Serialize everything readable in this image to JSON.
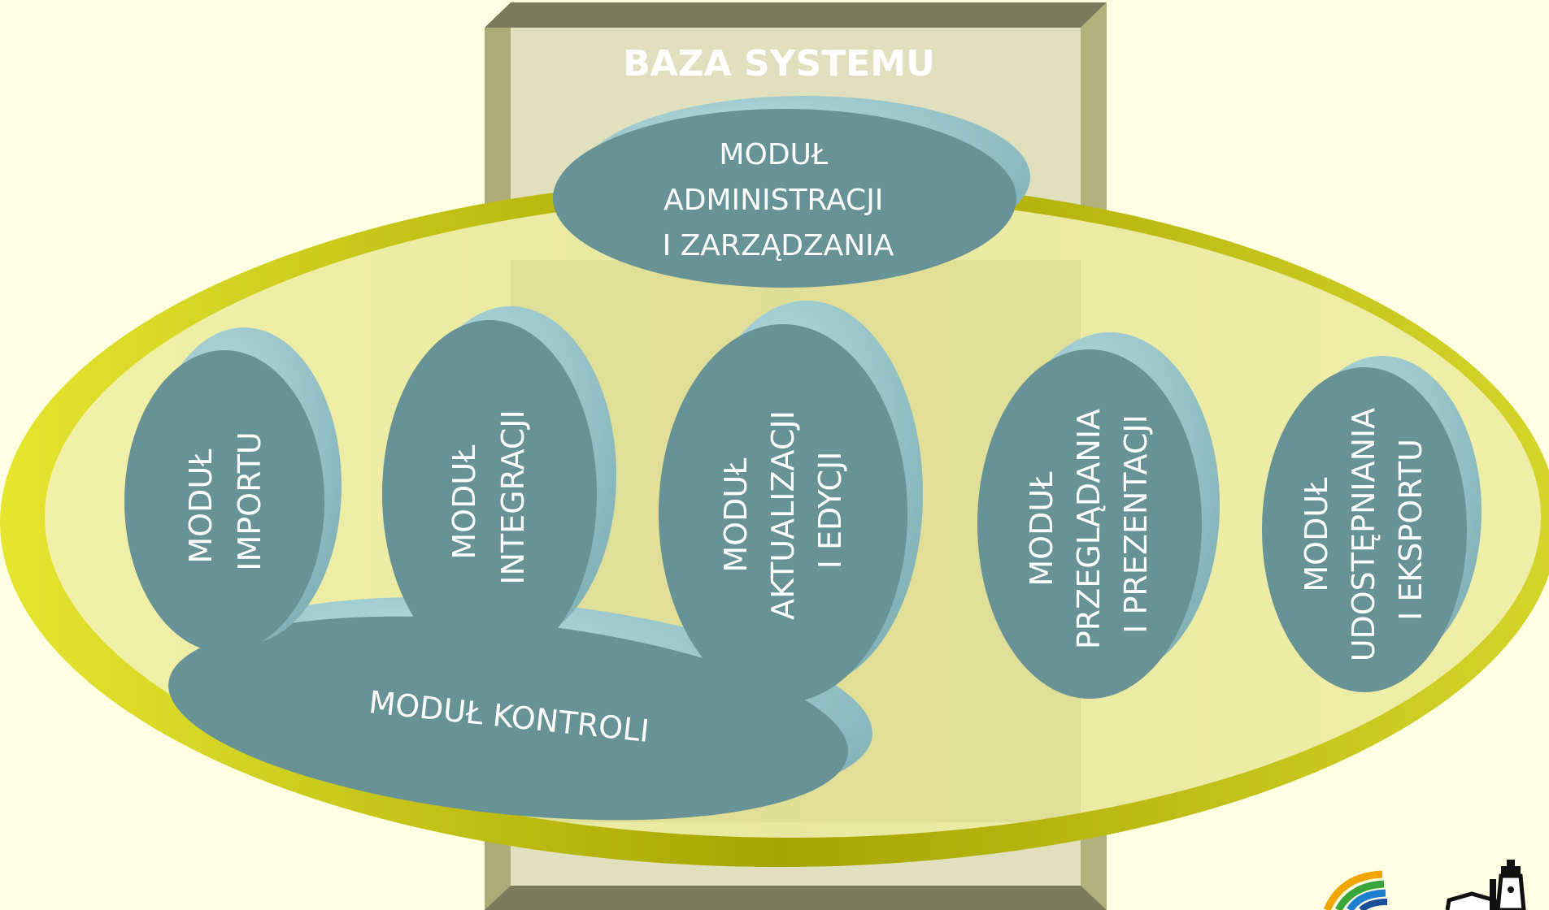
{
  "colors": {
    "background": "#ffffe3",
    "base_front": "#e0dfbe",
    "base_top": "#7a7a5c",
    "base_side": "#b2b07a",
    "outer_ring_light": "#e8e73a",
    "outer_ring_dark": "#a3a200",
    "outer_fill": "#f1f0b8",
    "module_face": "#679296",
    "module_rim": "#9cc8cd",
    "module_text": "#ffffff"
  },
  "base": {
    "title": "BAZA SYSTEMU"
  },
  "modules": {
    "administration": {
      "lines": [
        "MODUŁ",
        "ADMINISTRACJI",
        "I ZARZĄDZANIA"
      ]
    },
    "control": {
      "lines": [
        "MODUŁ KONTROLI"
      ]
    },
    "import": {
      "lines": [
        "MODUŁ",
        "IMPORTU"
      ]
    },
    "integration": {
      "lines": [
        "MODUŁ",
        "INTEGRACJI"
      ]
    },
    "update": {
      "lines": [
        "MODUŁ",
        "AKTUALIZACJI",
        "I EDYCJI"
      ]
    },
    "browse": {
      "lines": [
        "MODUŁ",
        "PRZEGLĄDANIA",
        "I PREZENTACJI"
      ]
    },
    "sharing": {
      "lines": [
        "MODUŁ",
        "UDOSTĘPNIANIA",
        "I EKSPORTU"
      ]
    }
  },
  "logo": {
    "icon": "stripes-and-lighthouse-logo-icon"
  }
}
